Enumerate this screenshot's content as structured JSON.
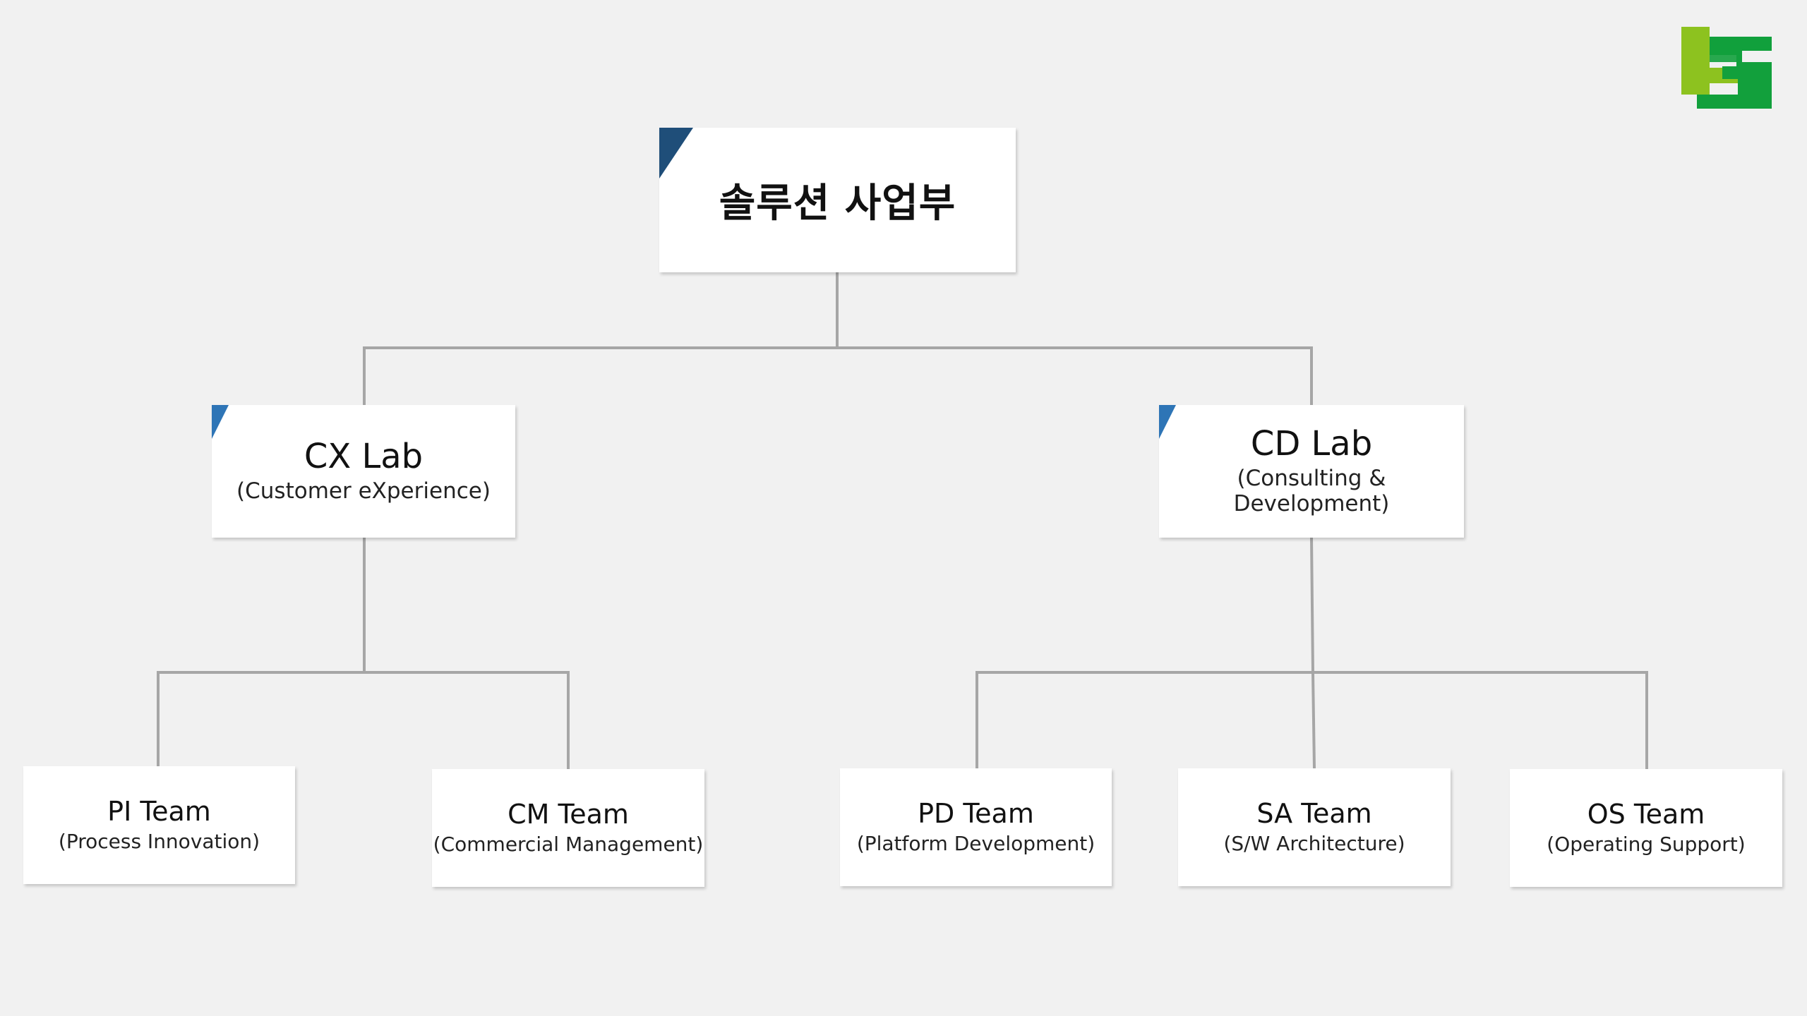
{
  "colors": {
    "background": "#f1f1f1",
    "box": "#ffffff",
    "connector": "#a6a6a6",
    "root_corner": "#1f4e79",
    "lab_corner": "#2e75b6",
    "logo_light_green": "#8dc21f",
    "logo_dark_green": "#12a03c"
  },
  "logo": {
    "icon": "sc-logo-icon"
  },
  "root": {
    "title": "솔루션 사업부"
  },
  "labs": [
    {
      "title": "CX Lab",
      "subtitle": "(Customer eXperience)"
    },
    {
      "title": "CD Lab",
      "subtitle": "(Consulting & Development)"
    }
  ],
  "teams": [
    {
      "title": "PI Team",
      "subtitle": "(Process Innovation)"
    },
    {
      "title": "CM Team",
      "subtitle": "(Commercial Management)"
    },
    {
      "title": "PD Team",
      "subtitle": "(Platform Development)"
    },
    {
      "title": "SA Team",
      "subtitle": "(S/W Architecture)"
    },
    {
      "title": "OS Team",
      "subtitle": "(Operating Support)"
    }
  ]
}
